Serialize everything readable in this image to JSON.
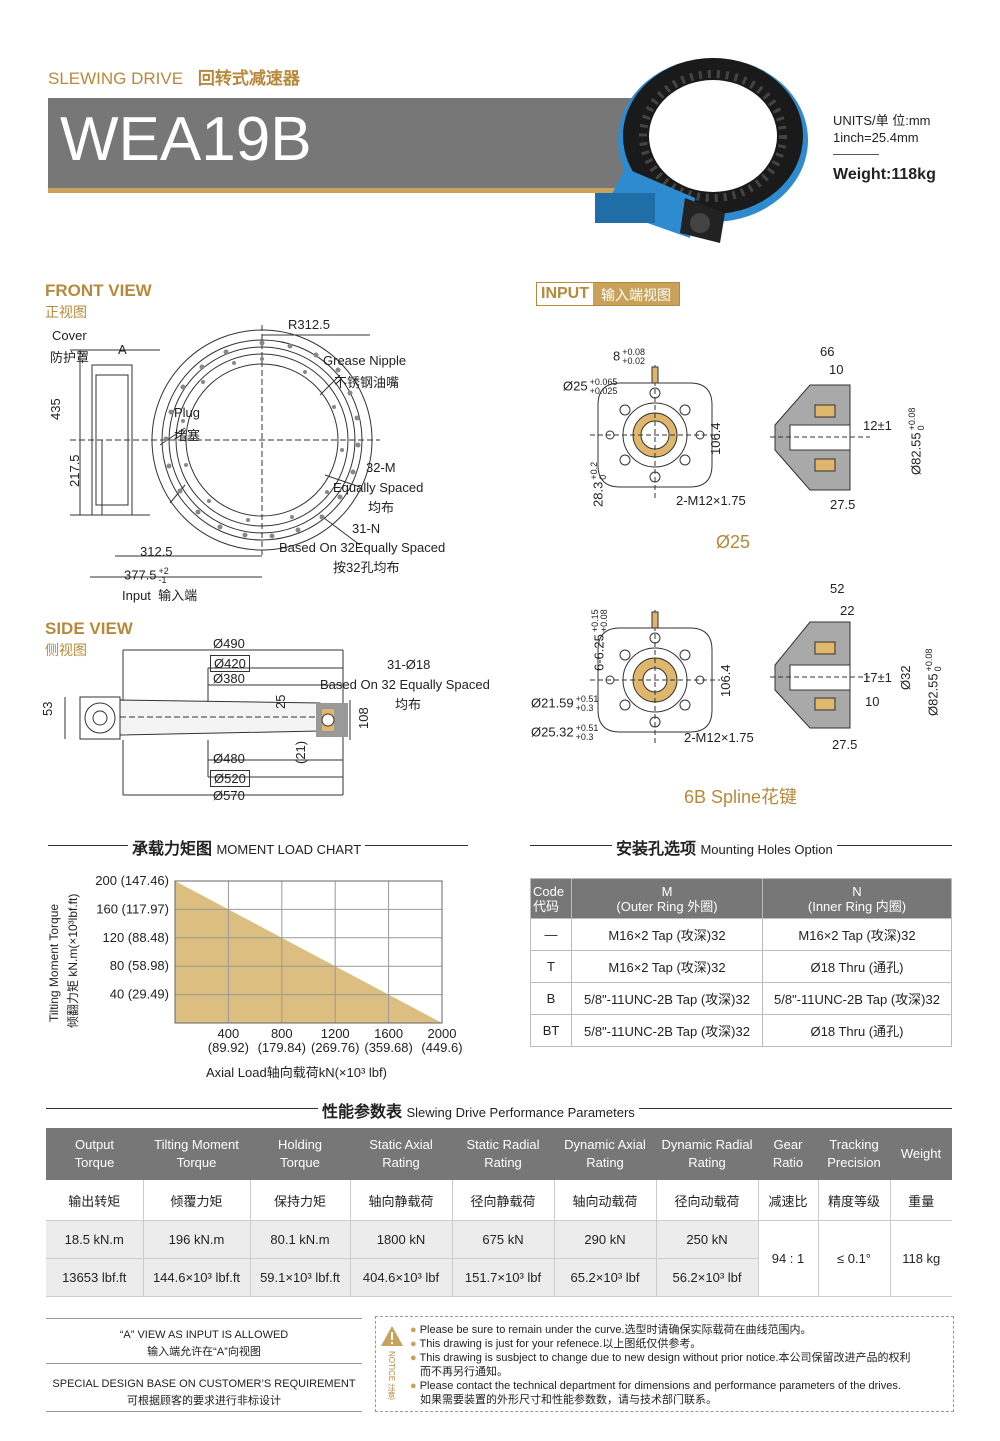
{
  "header": {
    "series_en": "SLEWING DRIVE",
    "series_cn": "回转式减速器",
    "model": "WEA19B",
    "units": "UNITS/单  位:mm",
    "inch": "1inch=25.4mm",
    "weight": "Weight:118kg"
  },
  "front_view": {
    "title_en": "FRONT VIEW",
    "title_cn": "正视图",
    "labels": {
      "cover_en": "Cover",
      "cover_cn": "防护罩",
      "a": "A",
      "r": "R312.5",
      "grease_en": "Grease Nipple",
      "grease_cn": "不锈钢油嘴",
      "plug_en": "Plug",
      "plug_cn": "堵塞",
      "h435": "435",
      "h217": "217.5",
      "m32": "32-M",
      "equally_en": "Equally Spaced",
      "equally_cn": "均布",
      "n31": "31-N",
      "based_en": "Based On 32Equally Spaced",
      "based_cn": "按32孔均布",
      "w312": "312.5",
      "w377": "377.5",
      "tol377_up": "+2",
      "tol377_dn": "-1",
      "input_en": "Input",
      "input_cn": "输入端"
    }
  },
  "side_view": {
    "title_en": "SIDE VIEW",
    "title_cn": "侧视图",
    "labels": {
      "d490": "Ø490",
      "d420": "Ø420",
      "d380": "Ø380",
      "n18": "31-Ø18",
      "based_en": "Based On 32 Equally Spaced",
      "based_cn": "均布",
      "h53": "53",
      "h25": "25",
      "h108": "108",
      "h21": "(21)",
      "d480": "Ø480",
      "d520": "Ø520",
      "d570": "Ø570"
    }
  },
  "input_view": {
    "tag_en": "INPUT",
    "tag_cn": "输入端视图",
    "top": {
      "caption": "Ø25",
      "k8": "8",
      "k8_up": "+0.08",
      "k8_dn": "+0.02",
      "d25": "Ø25",
      "d25_up": "+0.065",
      "d25_dn": "+0.025",
      "h283": "28.3",
      "h283_up": "+0.2",
      "h283_dn": "0",
      "h1064": "106.4",
      "m12": "2-M12×1.75",
      "s66": "66",
      "s10": "10",
      "s12": "12±1",
      "s8255": "Ø82.55",
      "s8255_up": "+0.08",
      "s8255_dn": "0",
      "s275": "27.5"
    },
    "bottom": {
      "caption": "6B Spline花键",
      "s625": "6-6.25",
      "s625_up": "+0.15",
      "s625_dn": "+0.08",
      "d2159": "Ø21.59",
      "d2159_up": "+0.51",
      "d2159_dn": "+0.3",
      "d2532": "Ø25.32",
      "d2532_up": "+0.51",
      "d2532_dn": "+0.3",
      "h1064": "106.4",
      "m12": "2-M12×1.75",
      "s52": "52",
      "s22": "22",
      "s17": "17±1",
      "s10": "10",
      "s32": "Ø32",
      "s8255": "Ø82.55",
      "s8255_up": "+0.08",
      "s8255_dn": "0",
      "s275": "27.5"
    }
  },
  "moment_chart": {
    "title_cn": "承载力矩图",
    "title_en": "MOMENT LOAD CHART"
  },
  "chart_data": {
    "type": "area",
    "x": [
      0,
      2000
    ],
    "y": [
      200,
      0
    ],
    "xlim": [
      0,
      2000
    ],
    "ylim": [
      0,
      200
    ],
    "xticks": [
      {
        "v": 400,
        "a": "400",
        "b": "(89.92)"
      },
      {
        "v": 800,
        "a": "800",
        "b": "(179.84)"
      },
      {
        "v": 1200,
        "a": "1200",
        "b": "(269.76)"
      },
      {
        "v": 1600,
        "a": "1600",
        "b": "(359.68)"
      },
      {
        "v": 2000,
        "a": "2000",
        "b": "(449.6)"
      }
    ],
    "yticks": [
      {
        "v": 200,
        "label": "200 (147.46)"
      },
      {
        "v": 160,
        "label": "160 (117.97)"
      },
      {
        "v": 120,
        "label": "120  (88.48)"
      },
      {
        "v": 80,
        "label": "80   (58.98)"
      },
      {
        "v": 40,
        "label": "40   (29.49)"
      }
    ],
    "xlabel": "Axial Load轴向载荷kN(×10³ lbf)",
    "ylabel_en": "Tilting Moment Torque",
    "ylabel_cn": "倾翻力矩 kN.m(×10³lbf.ft)",
    "grid": true,
    "fill_color": "#dcbf80"
  },
  "mounting": {
    "title_cn": "安装孔选项",
    "title_en": "Mounting Holes Option",
    "headers": [
      {
        "l1": "Code",
        "l2": "代码"
      },
      {
        "l1": "M",
        "l2": "(Outer Ring 外圈)"
      },
      {
        "l1": "N",
        "l2": "(Inner Ring 内圈)"
      }
    ],
    "rows": [
      [
        "—",
        "M16×2 Tap (攻深)32",
        "M16×2 Tap (攻深)32"
      ],
      [
        "T",
        "M16×2 Tap (攻深)32",
        "Ø18 Thru (通孔)"
      ],
      [
        "B",
        "5/8\"-11UNC-2B Tap (攻深)32",
        "5/8\"-11UNC-2B Tap (攻深)32"
      ],
      [
        "BT",
        "5/8\"-11UNC-2B Tap (攻深)32",
        "Ø18 Thru (通孔)"
      ]
    ]
  },
  "performance": {
    "title_cn": "性能参数表",
    "title_en": "Slewing Drive Performance Parameters",
    "headers": [
      {
        "l1": "Output",
        "l2": "Torque"
      },
      {
        "l1": "Tilting Moment",
        "l2": "Torque"
      },
      {
        "l1": "Holding",
        "l2": "Torque"
      },
      {
        "l1": "Static Axial",
        "l2": "Rating"
      },
      {
        "l1": "Static Radial",
        "l2": "Rating"
      },
      {
        "l1": "Dynamic Axial",
        "l2": "Rating"
      },
      {
        "l1": "Dynamic Radial",
        "l2": "Rating"
      },
      {
        "l1": "Gear",
        "l2": "Ratio"
      },
      {
        "l1": "Tracking",
        "l2": "Precision"
      },
      {
        "l1": "Weight",
        "l2": ""
      }
    ],
    "cn_headers": [
      "输出转矩",
      "倾覆力矩",
      "保持力矩",
      "轴向静载荷",
      "径向静载荷",
      "轴向动载荷",
      "径向动载荷",
      "减速比",
      "精度等级",
      "重量"
    ],
    "metric": [
      "18.5 kN.m",
      "196 kN.m",
      "80.1 kN.m",
      "1800 kN",
      "675 kN",
      "290 kN",
      "250 kN"
    ],
    "imperial": [
      "13653 lbf.ft",
      "144.6×10³ lbf.ft",
      "59.1×10³ lbf.ft",
      "404.6×10³ lbf",
      "151.7×10³ lbf",
      "65.2×10³ lbf",
      "56.2×10³ lbf"
    ],
    "gear_ratio": "94 : 1",
    "precision": "≤ 0.1°",
    "weight": "118 kg"
  },
  "notes": {
    "left1_en": "“A” VIEW AS INPUT IS ALLOWED",
    "left1_cn": "输入端允许在“A”向视图",
    "left2_en": "SPECIAL DESIGN BASE ON CUSTOMER’S REQUIREMENT",
    "left2_cn": "可根据顾客的要求进行非标设计",
    "notice_label": "NOTICE 注意",
    "items": [
      "Please be sure to remain under the curve.选型时请确保实际载荷在曲线范围内。",
      "This drawing is just for your refenece.以上图纸仅供参考。",
      "This drawing is susbject to change due to new design without prior notice.本公司保留改进产品的权利",
      "而不再另行通知。",
      "Please contact the technical department for dimensions and performance parameters of the drives.",
      "如果需要装置的外形尺寸和性能参数数，请与技术部门联系。"
    ]
  }
}
